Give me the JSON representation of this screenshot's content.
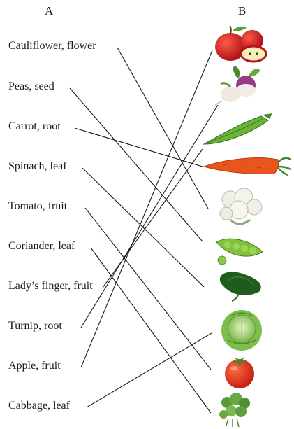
{
  "headers": {
    "a": "A",
    "b": "B"
  },
  "items": [
    {
      "label": "Cauliflower, flower",
      "picture": "cauliflower"
    },
    {
      "label": "Peas, seed",
      "picture": "peas"
    },
    {
      "label": "Carrot, root",
      "picture": "carrot"
    },
    {
      "label": "Spinach, leaf",
      "picture": "spinach"
    },
    {
      "label": "Tomato, fruit",
      "picture": "tomato"
    },
    {
      "label": "Coriander, leaf",
      "picture": "coriander"
    },
    {
      "label": "Lady’s finger, fruit",
      "picture": "ladys-finger"
    },
    {
      "label": "Turnip, root",
      "picture": "turnip"
    },
    {
      "label": "Apple, fruit",
      "picture": "apple"
    },
    {
      "label": "Cabbage, leaf",
      "picture": "cabbage"
    }
  ],
  "pictures_column_b": [
    "apple",
    "turnip",
    "ladys-finger",
    "carrot",
    "cauliflower",
    "peas",
    "spinach",
    "cabbage",
    "tomato",
    "coriander"
  ],
  "colors": {
    "line": "#1a1a1a"
  }
}
